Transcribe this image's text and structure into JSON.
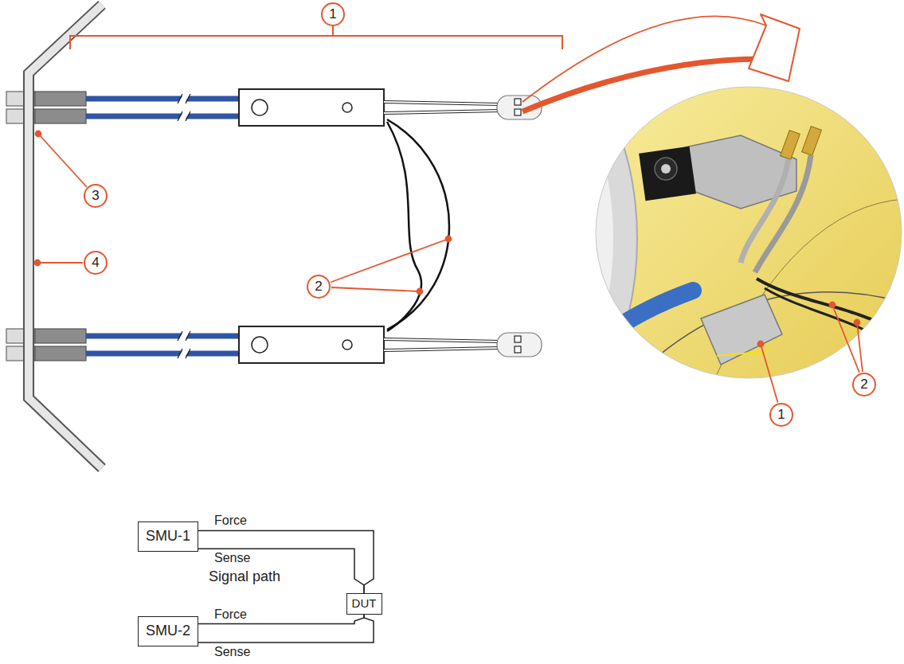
{
  "diagram": {
    "nodes": [
      {
        "text": [
          "SMU-1"
        ]
      },
      {
        "text": [
          "DUT"
        ]
      },
      {
        "text": [
          "SMU-2"
        ]
      }
    ],
    "edges": [
      {
        "from": 0,
        "to": 1,
        "arrow": "none",
        "label": "Force"
      },
      {
        "from": 0,
        "to": 1,
        "arrow": "none",
        "label": "Sense"
      },
      {
        "from": 2,
        "to": 1,
        "arrow": "none",
        "label": "Force"
      },
      {
        "from": 2,
        "to": 1,
        "arrow": "none",
        "label": "Sense"
      }
    ],
    "labels": [
      "1",
      "3",
      "4",
      "2",
      "2",
      "1",
      "Signal path"
    ]
  }
}
